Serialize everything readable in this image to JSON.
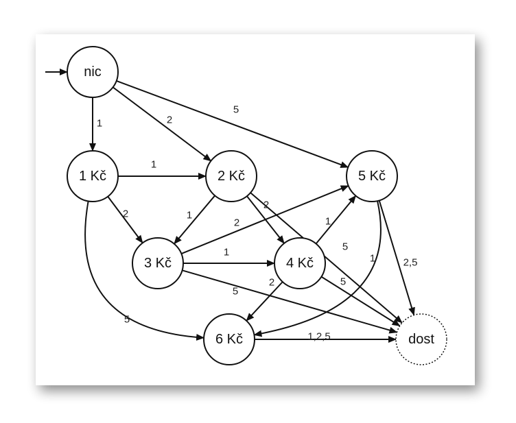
{
  "diagram": {
    "nodes": [
      {
        "id": "nic",
        "label": "nic",
        "start": true
      },
      {
        "id": "k1",
        "label": "1 Kč"
      },
      {
        "id": "k2",
        "label": "2 Kč"
      },
      {
        "id": "k3",
        "label": "3 Kč"
      },
      {
        "id": "k4",
        "label": "4 Kč"
      },
      {
        "id": "k5",
        "label": "5 Kč"
      },
      {
        "id": "k6",
        "label": "6 Kč"
      },
      {
        "id": "dost",
        "label": "dost",
        "final": true
      }
    ],
    "edges": [
      {
        "from": "nic",
        "to": "k1",
        "label": "1"
      },
      {
        "from": "nic",
        "to": "k2",
        "label": "2"
      },
      {
        "from": "nic",
        "to": "k5",
        "label": "5"
      },
      {
        "from": "k1",
        "to": "k2",
        "label": "1"
      },
      {
        "from": "k1",
        "to": "k3",
        "label": "2"
      },
      {
        "from": "k1",
        "to": "k6",
        "label": "5"
      },
      {
        "from": "k2",
        "to": "k3",
        "label": "1"
      },
      {
        "from": "k2",
        "to": "k4",
        "label": "2"
      },
      {
        "from": "k2",
        "to": "dost",
        "label": "5"
      },
      {
        "from": "k3",
        "to": "k5",
        "label": "2"
      },
      {
        "from": "k3",
        "to": "k4",
        "label": "1"
      },
      {
        "from": "k3",
        "to": "dost",
        "label": "5"
      },
      {
        "from": "k4",
        "to": "k5",
        "label": "1"
      },
      {
        "from": "k4",
        "to": "k6",
        "label": "2"
      },
      {
        "from": "k4",
        "to": "dost",
        "label": "5"
      },
      {
        "from": "k5",
        "to": "k6",
        "label": "1"
      },
      {
        "from": "k5",
        "to": "dost",
        "label": "2,5"
      },
      {
        "from": "k6",
        "to": "dost",
        "label": "1,2,5"
      }
    ]
  }
}
